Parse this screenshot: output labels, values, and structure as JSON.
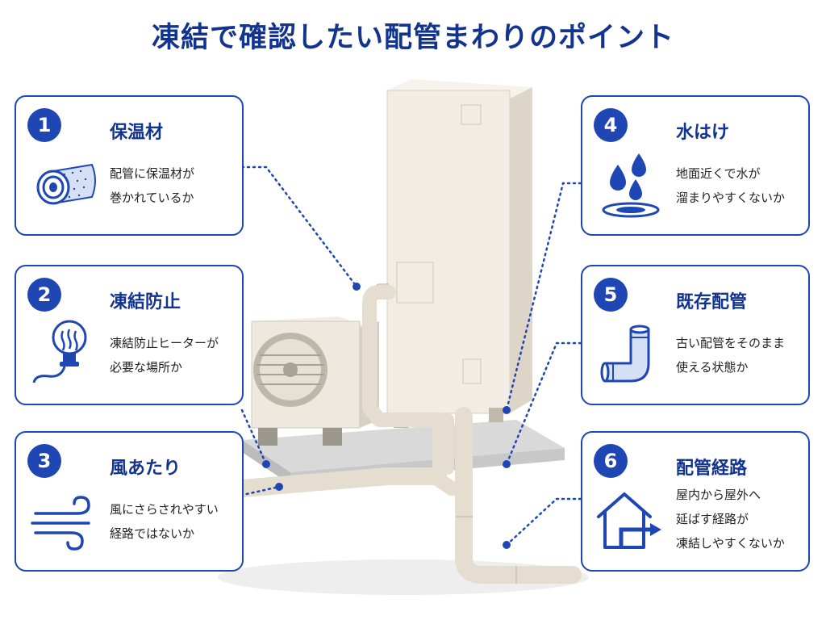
{
  "title": "凍結で確認したい配管まわりのポイント",
  "points": [
    {
      "number": "1",
      "title": "保温材",
      "lines": [
        "配管に保温材が",
        "巻かれているか"
      ]
    },
    {
      "number": "2",
      "title": "凍結防止",
      "lines": [
        "凍結防止ヒーターが",
        "必要な場所か"
      ]
    },
    {
      "number": "3",
      "title": "風あたり",
      "lines": [
        "風にさらされやすい",
        "経路ではないか"
      ]
    },
    {
      "number": "4",
      "title": "水はけ",
      "lines": [
        "地面近くで水が",
        "溜まりやすくないか"
      ]
    },
    {
      "number": "5",
      "title": "既存配管",
      "lines": [
        "古い配管をそのまま",
        "使える状態か"
      ]
    },
    {
      "number": "6",
      "title": "配管経路",
      "lines": [
        "屋内から屋外へ",
        "延ばす経路が",
        "凍結しやすくないか"
      ]
    }
  ],
  "colors": {
    "accent": "#1f47b3",
    "title": "#12348f",
    "pipe": "#e4ddd0",
    "unit": "#f2ede4"
  },
  "icons": [
    "insulation-roll-icon",
    "heater-bulb-icon",
    "wind-icon",
    "water-drops-icon",
    "elbow-pipe-icon",
    "house-route-icon"
  ]
}
